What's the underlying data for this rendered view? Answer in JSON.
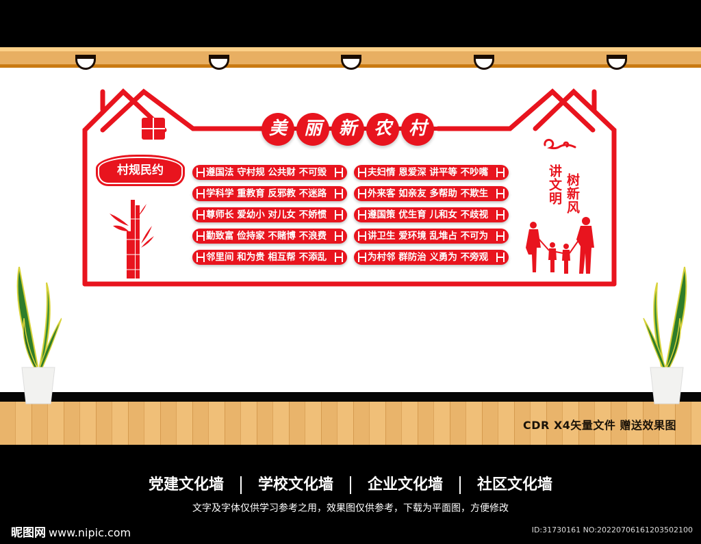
{
  "colors": {
    "accent_red": "#e8141e",
    "wall": "#ffffff",
    "rail": "#e8af62",
    "floor": "#e9b46b",
    "background": "#000000"
  },
  "ceiling": {
    "lamp_count": 5
  },
  "display": {
    "title_chars": [
      "美",
      "丽",
      "新",
      "农",
      "村"
    ],
    "plaque_label": "村规民约",
    "rules_left": [
      "遵国法  守村规  公共财  不可毁",
      "学科学  重教育  反邪教  不迷路",
      "尊师长  爱幼小  对儿女  不娇惯",
      "勤致富  俭持家  不赌博  不浪费",
      "邻里间  和为贵  相互帮  不添乱"
    ],
    "rules_right": [
      "夫妇情  恩爱深  讲平等  不吵嘴",
      "外来客  如亲友  多帮助  不欺生",
      "遵国策  优生育  儿和女  不歧视",
      "讲卫生  爱环境  乱堆占  不可为",
      "为村邻  群防治  义勇为  不旁观"
    ],
    "slogan_1": "讲文明",
    "slogan_2": "树新风",
    "icons": [
      "window-icon",
      "bamboo-icon",
      "cloud-icon",
      "family-silhouette-icon"
    ]
  },
  "floor_tag": "CDR X4矢量文件  赠送效果图",
  "footer": {
    "categories": [
      "党建文化墙",
      "学校文化墙",
      "企业文化墙",
      "社区文化墙"
    ],
    "note": "文字及字体仅供学习参考之用，效果图仅供参考，下载为平面图，方便修改",
    "logo": "昵图网",
    "url": "www.nipic.com",
    "id_text": "ID:31730161 NO:20220706161203502100"
  }
}
